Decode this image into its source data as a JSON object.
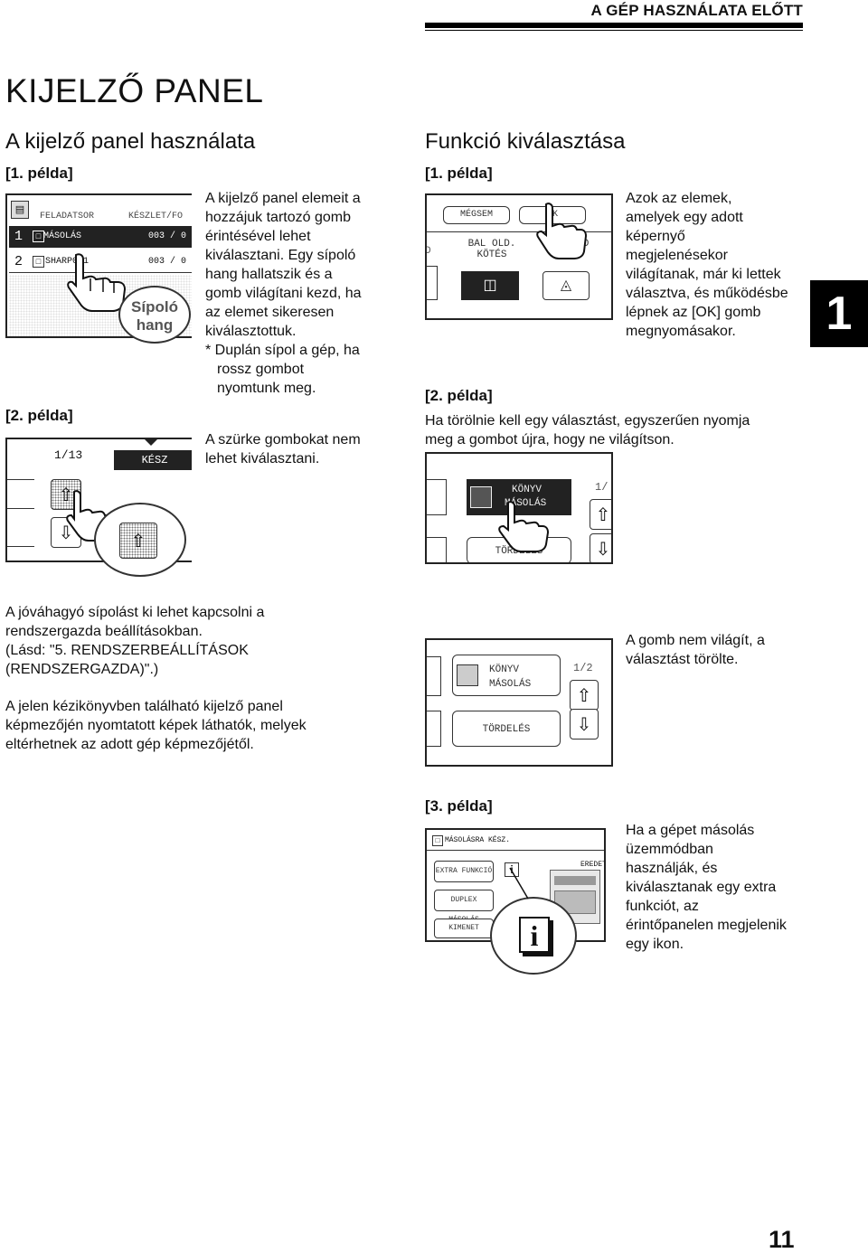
{
  "header": {
    "section_title": "A GÉP HASZNÁLATA ELŐTT"
  },
  "page": {
    "title": "KIJELZŐ PANEL",
    "number": "11",
    "chapter_tab": "1"
  },
  "left": {
    "heading": "A kijelző panel használata",
    "example1_label": "[1. példa]",
    "example2_label": "[2. példa]",
    "screen1": {
      "col1": "FELADATSOR",
      "col2": "KÉSZLET/FO",
      "row1_num": "1",
      "row1_label": "MÁSOLÁS",
      "row1_value": "003 / 0",
      "row2_num": "2",
      "row2_label": "SHARP001",
      "row2_value": "003 / 0",
      "bubble": [
        "Sípoló",
        "hang"
      ]
    },
    "desc1": [
      "A kijelző panel elemeit a",
      "hozzájuk tartozó gomb",
      "érintésével lehet",
      "kiválasztani. Egy sípoló",
      "hang hallatszik és a",
      "gomb világítani kezd, ha",
      "az elemet sikeresen",
      "kiválasztottuk."
    ],
    "desc1_note": [
      "* Duplán sípol a gép, ha",
      "rossz gombot",
      "nyomtunk meg."
    ],
    "screen2": {
      "page": "1/13",
      "ready": "KÉSZ"
    },
    "desc2": [
      "A szürke gombokat nem",
      "lehet kiválasztani."
    ],
    "note1": [
      "A jóváhagyó sípolást ki lehet kapcsolni a",
      "rendszergazda beállításokban.",
      "(Lásd: \"5. RENDSZERBEÁLLÍTÁSOK",
      "(RENDSZERGAZDA)\".)"
    ],
    "note2": [
      "A jelen kézikönyvben található kijelző panel",
      "képmezőjén nyomtatott képek láthatók, melyek",
      "eltérhetnek az adott gép képmezőjétől."
    ]
  },
  "right": {
    "heading": "Funkció kiválasztása",
    "example1_label": "[1. példa]",
    "screen1": {
      "cancel": "MÉGSEM",
      "ok": "OK",
      "left_bind": [
        "BAL OLD.",
        "KÖTÉS"
      ],
      "right_bind": [
        "JOBB OLD",
        "KÖTÉS"
      ],
      "edge_letter": "D"
    },
    "desc1": [
      "Azok az elemek,",
      "amelyek egy adott",
      "képernyő",
      "megjelenésekor",
      "világítanak, már ki lettek",
      "választva, és működésbe",
      "lépnek az [OK] gomb",
      "megnyomásakor."
    ],
    "example2_label": "[2. példa]",
    "example2_text": [
      "Ha törölnie kell egy választást, egyszerűen nyomja",
      "meg a gombot újra, hogy ne világítson."
    ],
    "screen2": {
      "book": [
        "KÖNYV",
        "MÁSOLÁS"
      ],
      "page": "1/",
      "sort": "TÖRDELÉS"
    },
    "screen3": {
      "book": [
        "KÖNYV",
        "MÁSOLÁS"
      ],
      "page": "1/2",
      "sort": "TÖRDELÉS"
    },
    "desc2": [
      "A gomb nem világít, a",
      "választást törölte."
    ],
    "example3_label": "[3. példa]",
    "screen4": {
      "ready": "MÁSOLÁSRA KÉSZ.",
      "btn1": "EXTRA FUNKCIÓ",
      "btn2": "DUPLEX MÁSOLÁS",
      "btn3": "KIMENET",
      "orig": "EREDET"
    },
    "desc3": [
      "Ha a gépet másolás",
      "üzemmódban",
      "használják, és",
      "kiválasztanak egy extra",
      "funkciót, az",
      "érintőpanelen megjelenik",
      "egy ikon."
    ]
  }
}
